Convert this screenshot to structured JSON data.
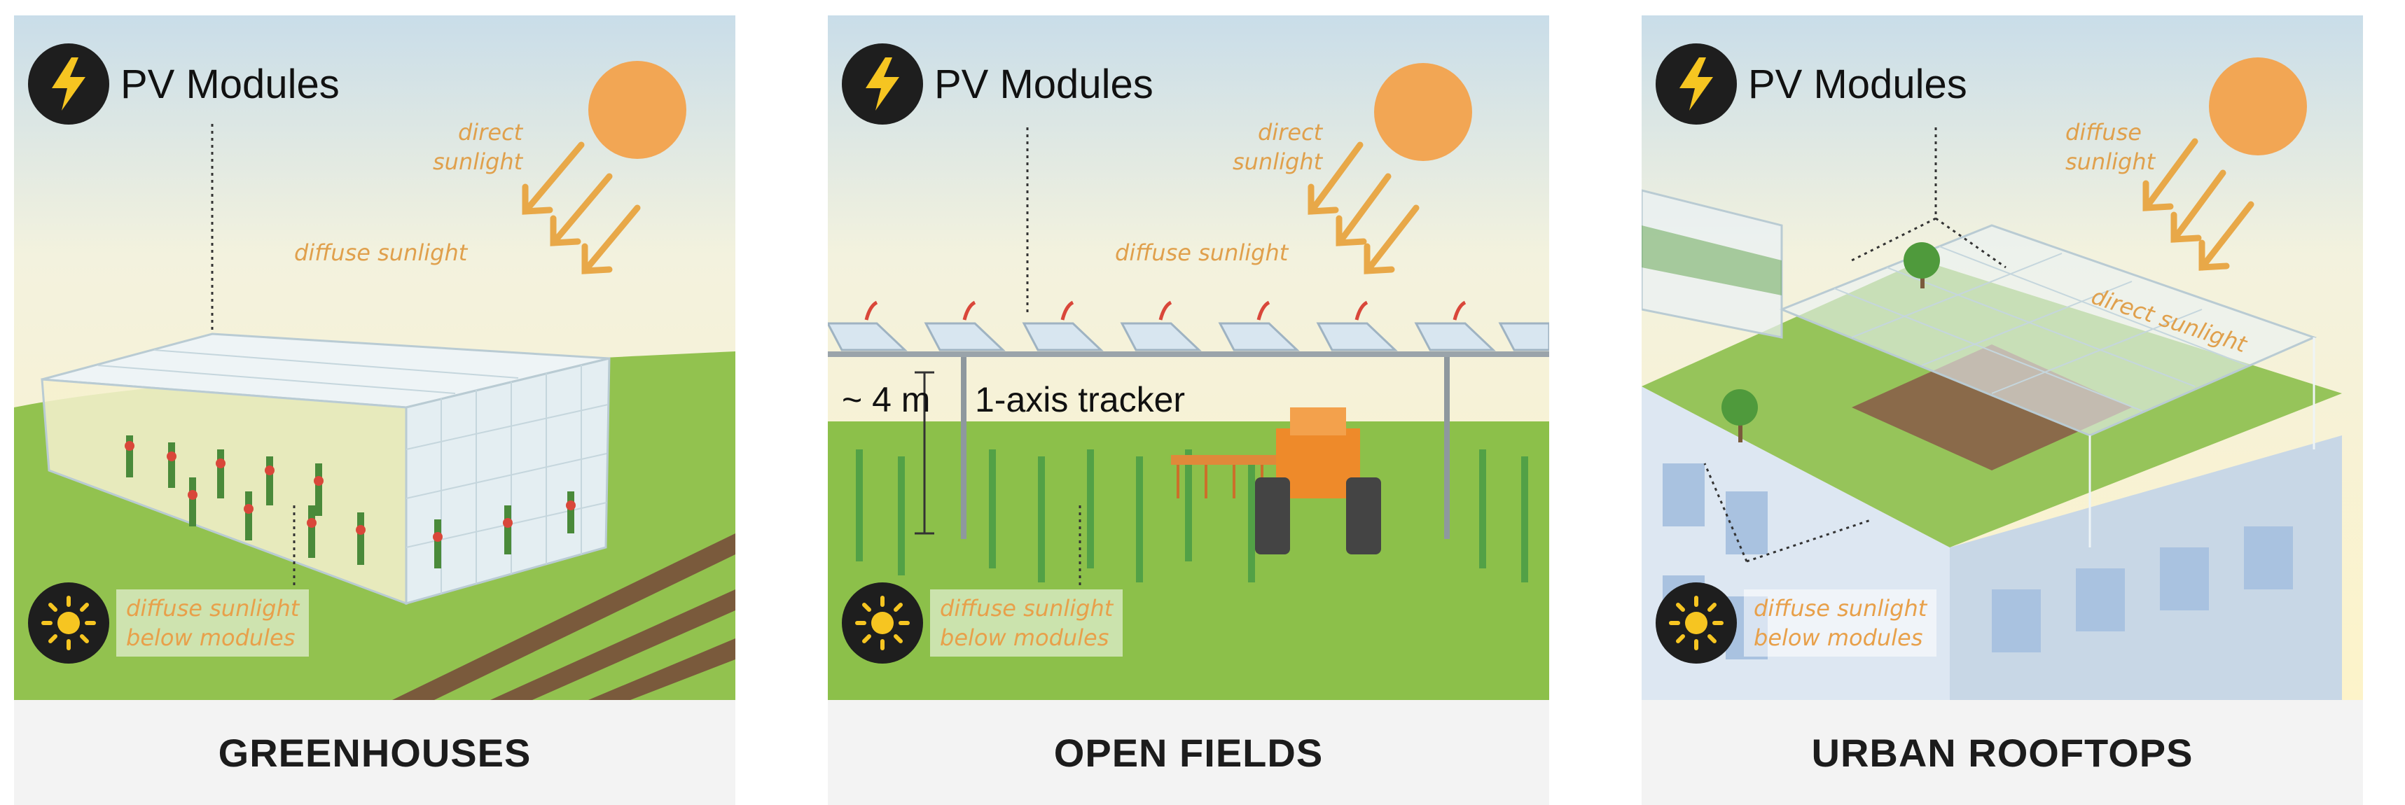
{
  "colors": {
    "sky_top": "#c9dde9",
    "sky_bottom": "#fdf6d6",
    "grass": "#8cc04a",
    "sun": "#f2a654",
    "sunlight_text": "#e0a04c",
    "badge": "#1e1e1e",
    "caption_bar": "#f3f3f3"
  },
  "panels": [
    {
      "caption": "GREENHOUSES",
      "pv_label": "PV Modules",
      "direct": [
        "direct",
        "sunlight"
      ],
      "diffuse": "diffuse sunlight",
      "below": [
        "diffuse sunlight",
        "below modules"
      ]
    },
    {
      "caption": "OPEN FIELDS",
      "pv_label": "PV Modules",
      "direct": [
        "direct",
        "sunlight"
      ],
      "diffuse": "diffuse sunlight",
      "height_label": "~ 4 m",
      "tracker_label": "1-axis tracker",
      "below": [
        "diffuse sunlight",
        "below modules"
      ]
    },
    {
      "caption": "URBAN ROOFTOPS",
      "pv_label": "PV Modules",
      "diffuse": [
        "diffuse",
        "sunlight"
      ],
      "direct": "direct sunlight",
      "below": [
        "diffuse sunlight",
        "below modules"
      ]
    }
  ]
}
